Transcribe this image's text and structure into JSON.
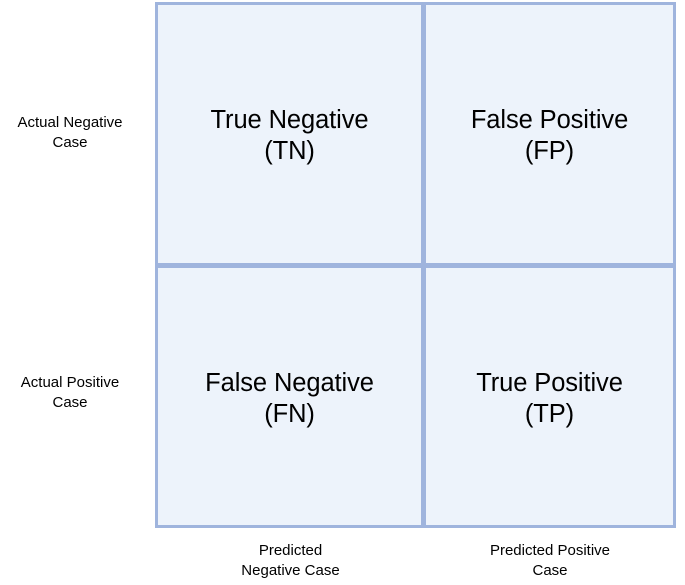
{
  "diagram": {
    "type": "confusion-matrix",
    "colors": {
      "cell_fill": "#edf3fb",
      "border": "#9fb4dd",
      "text": "#000000",
      "background": "#ffffff"
    },
    "cells": [
      {
        "id": "tn",
        "label": "True Negative\n(TN)",
        "row": "actual-negative",
        "column": "predicted-negative"
      },
      {
        "id": "fp",
        "label": "False Positive\n(FP)",
        "row": "actual-negative",
        "column": "predicted-positive"
      },
      {
        "id": "fn",
        "label": "False Negative\n(FN)",
        "row": "actual-positive",
        "column": "predicted-negative"
      },
      {
        "id": "tp",
        "label": "True Positive\n(TP)",
        "row": "actual-positive",
        "column": "predicted-positive"
      }
    ],
    "row_labels": [
      {
        "id": "actual-negative",
        "label": "Actual Negative\nCase"
      },
      {
        "id": "actual-positive",
        "label": "Actual Positive\nCase"
      }
    ],
    "column_labels": [
      {
        "id": "predicted-negative",
        "label": "Predicted\nNegative Case"
      },
      {
        "id": "predicted-positive",
        "label": "Predicted Positive\nCase"
      }
    ]
  }
}
